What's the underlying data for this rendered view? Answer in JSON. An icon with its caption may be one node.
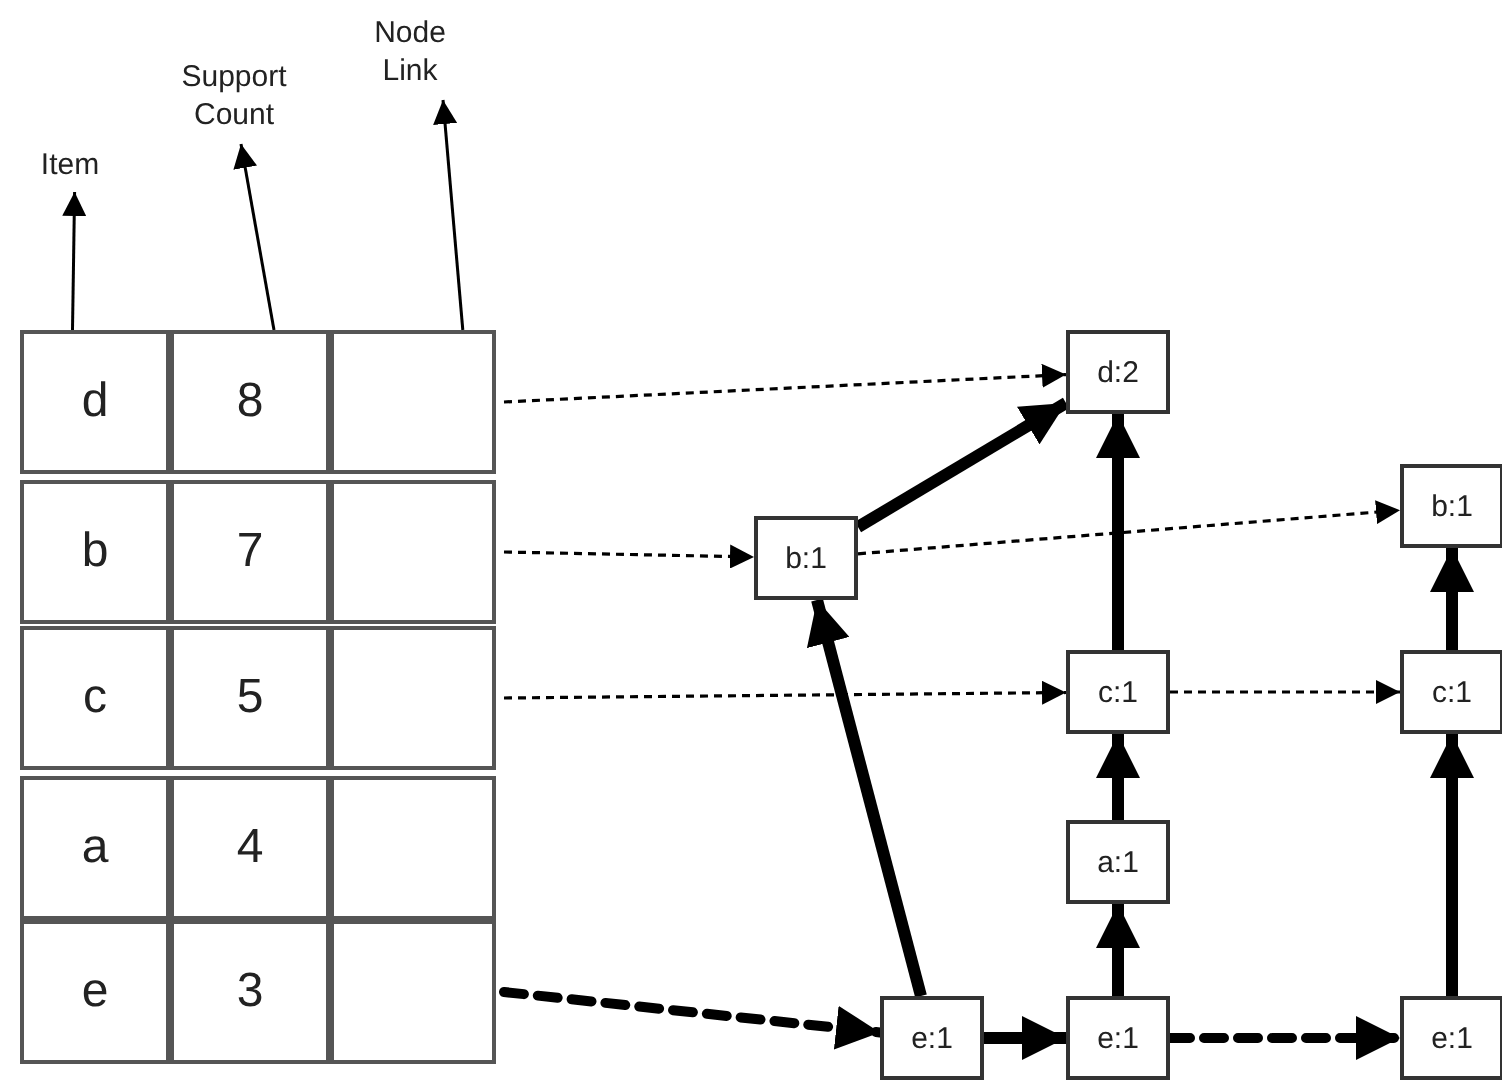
{
  "diagram": {
    "nodes": [
      {
        "text": [
          "Item"
        ]
      },
      {
        "text": [
          "Support Count"
        ]
      },
      {
        "text": [
          "Node Link"
        ]
      },
      {
        "text": [
          "d"
        ]
      },
      {
        "text": [
          "8"
        ]
      },
      {
        "text": [],
        "shape": "box"
      },
      {
        "text": [
          "b"
        ]
      },
      {
        "text": [
          "7"
        ]
      },
      {
        "text": [],
        "shape": "box"
      },
      {
        "text": [
          "c"
        ]
      },
      {
        "text": [
          "5"
        ]
      },
      {
        "text": [],
        "shape": "box"
      },
      {
        "text": [
          "a"
        ]
      },
      {
        "text": [
          "4"
        ]
      },
      {
        "text": [],
        "shape": "box"
      },
      {
        "text": [
          "e"
        ]
      },
      {
        "text": [
          "3"
        ]
      },
      {
        "text": [],
        "shape": "box"
      },
      {
        "text": [
          "d:2"
        ]
      },
      {
        "text": [
          "b:1"
        ]
      },
      {
        "text": [
          "b:1"
        ]
      },
      {
        "text": [
          "c:1"
        ]
      },
      {
        "text": [
          "c:1"
        ]
      },
      {
        "text": [
          "a:1"
        ]
      },
      {
        "text": [
          "e:1"
        ]
      },
      {
        "text": [
          "e:1"
        ]
      },
      {
        "text": [
          "e:1"
        ]
      }
    ],
    "edges": [
      {
        "from": 3,
        "to": 0,
        "arrow": "to"
      },
      {
        "from": 4,
        "to": 1,
        "arrow": "to"
      },
      {
        "from": 5,
        "to": 2,
        "arrow": "to"
      },
      {
        "from": 5,
        "to": 18,
        "arrow": "to",
        "style": "dashed"
      },
      {
        "from": 8,
        "to": 19,
        "arrow": "to",
        "style": "dashed"
      },
      {
        "from": 19,
        "to": 20,
        "arrow": "to",
        "style": "dashed"
      },
      {
        "from": 11,
        "to": 21,
        "arrow": "to",
        "style": "dashed"
      },
      {
        "from": 21,
        "to": 22,
        "arrow": "to",
        "style": "dashed"
      },
      {
        "from": 17,
        "to": 24,
        "arrow": "to",
        "style": "dashed"
      },
      {
        "from": 24,
        "to": 25,
        "arrow": "to"
      },
      {
        "from": 25,
        "to": 26,
        "arrow": "to",
        "style": "dashed"
      },
      {
        "from": 19,
        "to": 18,
        "arrow": "to"
      },
      {
        "from": 21,
        "to": 18,
        "arrow": "to"
      },
      {
        "from": 24,
        "to": 19,
        "arrow": "to"
      },
      {
        "from": 23,
        "to": 21,
        "arrow": "to"
      },
      {
        "from": 25,
        "to": 23,
        "arrow": "to"
      },
      {
        "from": 22,
        "to": 20,
        "arrow": "to"
      },
      {
        "from": 26,
        "to": 22,
        "arrow": "to"
      }
    ]
  }
}
